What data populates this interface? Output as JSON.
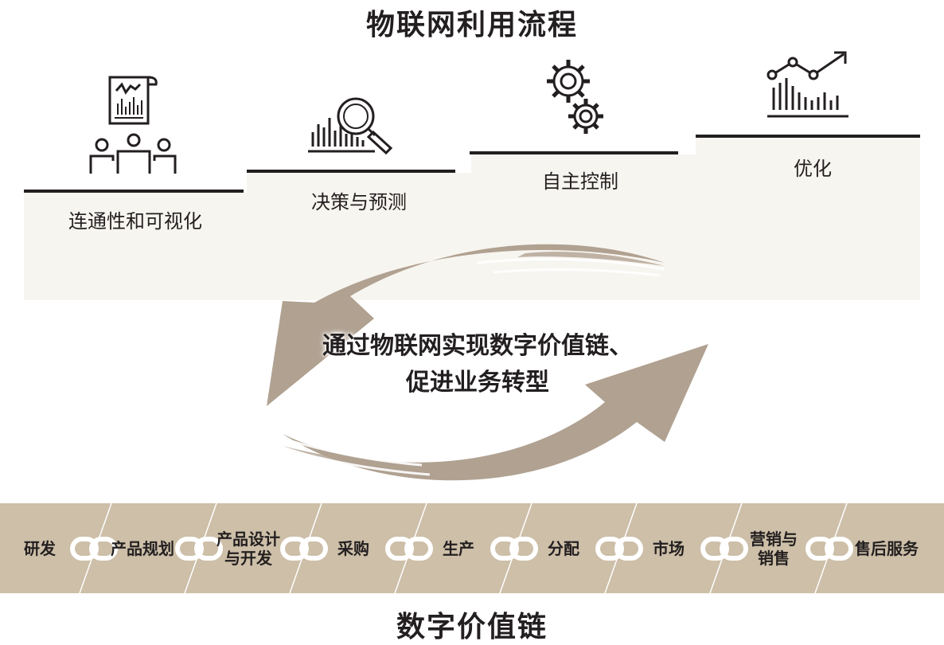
{
  "title": "物联网利用流程",
  "steps": [
    {
      "label": "连通性和可视化",
      "icon": "meeting-people-report-icon"
    },
    {
      "label": "决策与预测",
      "icon": "magnifier-chart-icon"
    },
    {
      "label": "自主控制",
      "icon": "gears-icon"
    },
    {
      "label": "优化",
      "icon": "trend-chart-icon"
    }
  ],
  "cycle": {
    "line1": "通过物联网实现数字价值链、",
    "line2": "促进业务转型",
    "icon": "cycle-arrows-icon"
  },
  "value_chain": {
    "items": [
      "研发",
      "产品规划",
      "产品设计\n与开发",
      "采购",
      "生产",
      "分配",
      "市场",
      "营销与\n销售",
      "售后服务"
    ],
    "link_icon": "chain-link-icon"
  },
  "bottom_title": "数字价值链",
  "colors": {
    "text": "#231f20",
    "panel": "#f7f5f0",
    "arrow": "#b0a191",
    "band": "#cdbfa8",
    "link": "#ffffff"
  }
}
